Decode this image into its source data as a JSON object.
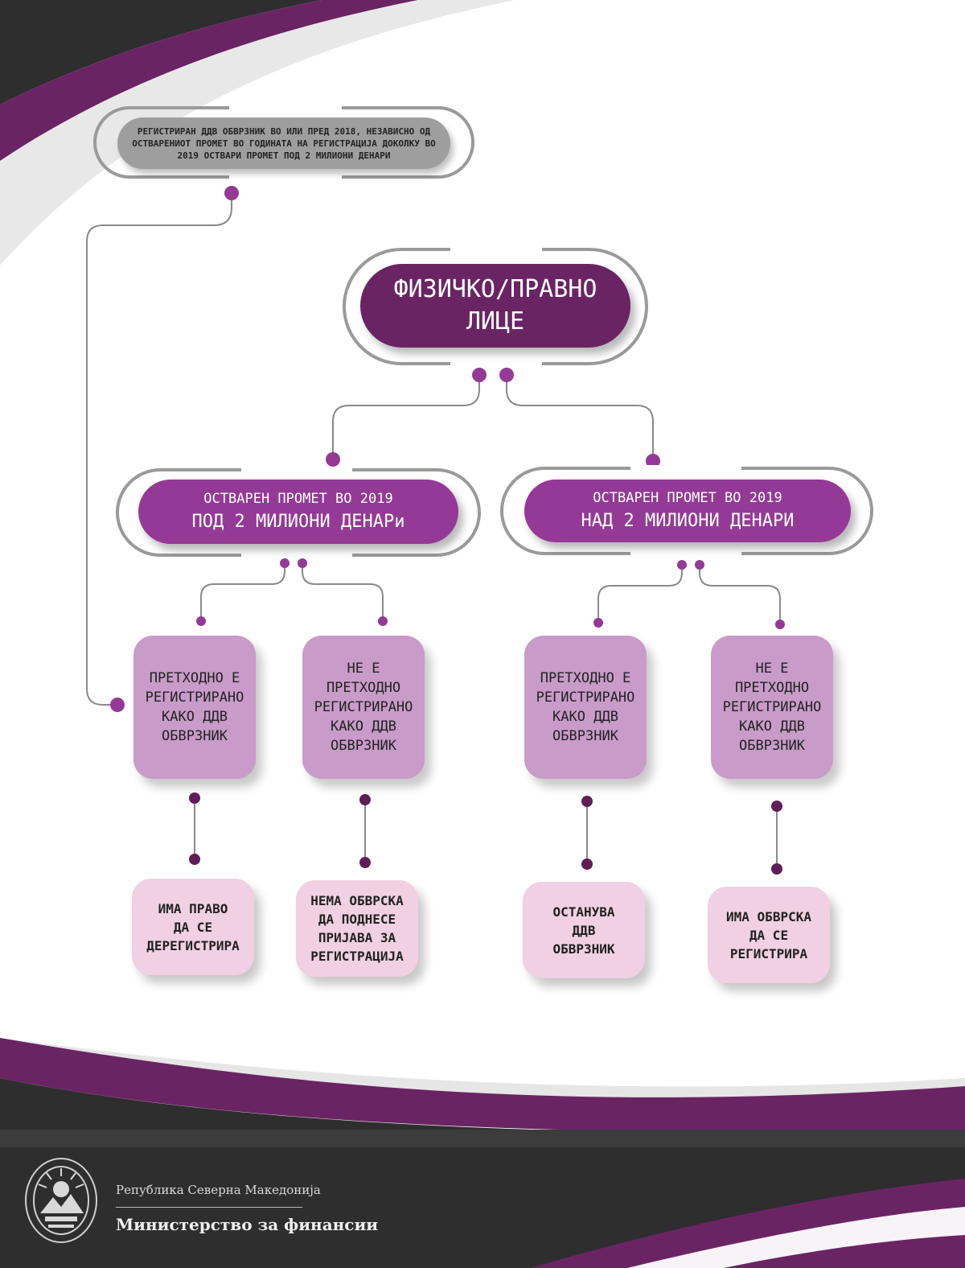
{
  "colors": {
    "dark_purple": "#6a2464",
    "mid_purple": "#943a96",
    "light_purple_box": "#c89bc9",
    "pink_box": "#f0d0e2",
    "gray_pill": "#9e9e9e",
    "dark_band": "#2e2e2e",
    "outline_gray": "#9a9a9a"
  },
  "top_note": {
    "line1": "РЕГИСТРИРАН ДДВ ОБВРЗНИК ВО ИЛИ ПРЕД 2018, НЕЗАВИСНО ОД",
    "line2": "ОСТВАРЕНИОТ ПРОМЕТ ВО ГОДИНАТА НА РЕГИСТРАЦИЈА ДОКОЛКУ ВО",
    "line3": "2019 ОСТВАРИ ПРОМЕТ ПОД 2 МИЛИОНИ ДЕНАРИ"
  },
  "root": {
    "line1": "ФИЗИЧКО/ПРАВНО",
    "line2": "ЛИЦЕ"
  },
  "branch_left": {
    "line1": "ОСТВАРЕН ПРОМЕТ ВО 2019",
    "line2": "ПОД 2 МИЛИОНИ ДЕНАРи"
  },
  "branch_right": {
    "line1": "ОСТВАРЕН ПРОМЕТ ВО 2019",
    "line2": "НАД 2 МИЛИОНИ ДЕНАРИ"
  },
  "conditions": [
    {
      "lines": [
        "ПРЕТХОДНО Е",
        "РЕГИСТРИРАНО",
        "КАКО ДДВ",
        "ОБВРЗНИК"
      ]
    },
    {
      "lines": [
        "НЕ Е",
        "ПРЕТХОДНО",
        "РЕГИСТРИРАНО",
        "КАКО ДДВ",
        "ОБВРЗНИК"
      ]
    },
    {
      "lines": [
        "ПРЕТХОДНО Е",
        "РЕГИСТРИРАНО",
        "КАКО ДДВ",
        "ОБВРЗНИК"
      ]
    },
    {
      "lines": [
        "НЕ Е",
        "ПРЕТХОДНО",
        "РЕГИСТРИРАНО",
        "КАКО ДДВ",
        "ОБВРЗНИК"
      ]
    }
  ],
  "outcomes": [
    {
      "lines": [
        "ИМА ПРАВО",
        "ДА СЕ",
        "ДЕРЕГИСТРИРА"
      ]
    },
    {
      "lines": [
        "НЕМА ОБВРСКА",
        "ДА ПОДНЕСЕ",
        "ПРИЈАВА ЗА",
        "РЕГИСТРАЦИЈА"
      ]
    },
    {
      "lines": [
        "ОСТАНУВА",
        "ДДВ",
        "ОБВРЗНИК"
      ]
    },
    {
      "lines": [
        "ИМА ОБВРСКА",
        "ДА СЕ",
        "РЕГИСТРИРА"
      ]
    }
  ],
  "footer": {
    "country": "Република Северна Македонија",
    "ministry": "Министерство за финансии"
  }
}
